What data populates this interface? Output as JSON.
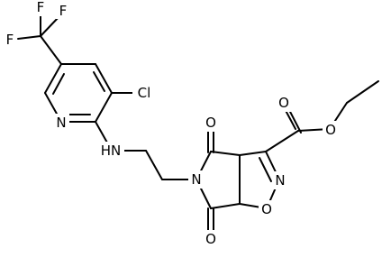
{
  "molecule": {
    "atoms": {
      "f_top": "F",
      "f_left": "F",
      "f_mid": "F",
      "cl": "Cl",
      "n_pyridine": "N",
      "nh": "HN",
      "n_imide": "N",
      "o_imide_top": "O",
      "o_imide_bottom": "O",
      "n_isoxazoline": "N",
      "o_isoxazoline": "O",
      "o_carbonyl": "O",
      "o_ester": "O"
    }
  }
}
